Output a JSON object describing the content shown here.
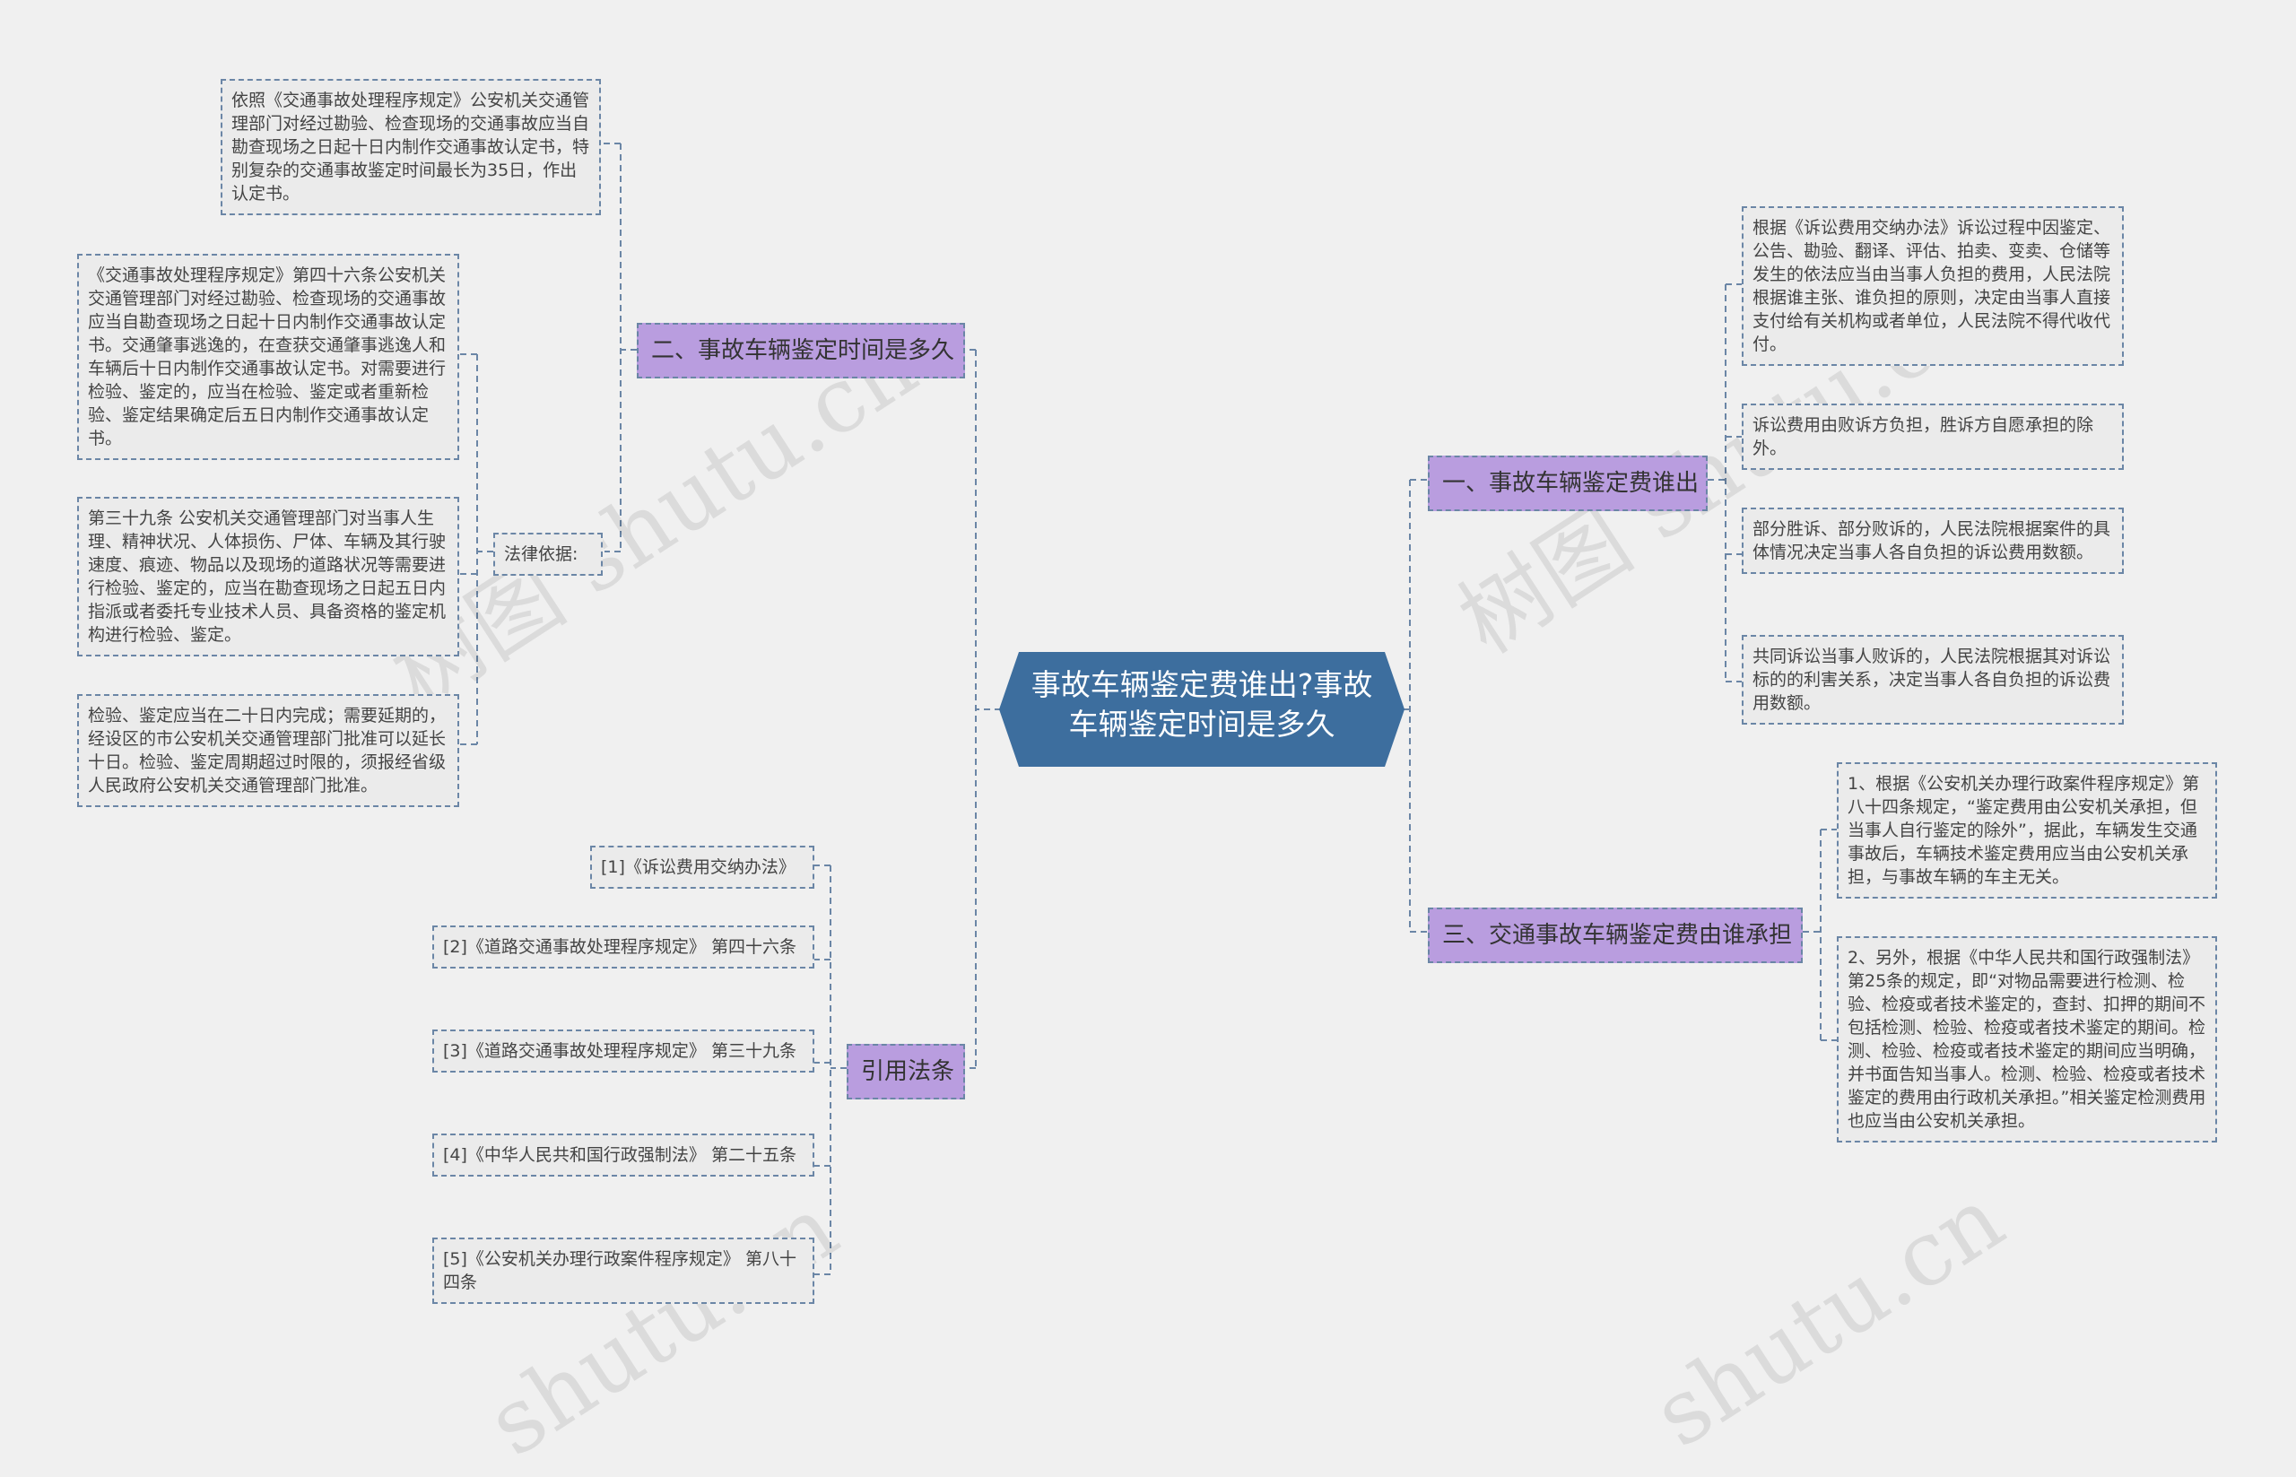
{
  "root": {
    "line1": "事故车辆鉴定费谁出?事故",
    "line2": "车辆鉴定时间是多久"
  },
  "branches": {
    "b1": "一、事故车辆鉴定费谁出",
    "b2": "二、事故车辆鉴定时间是多久",
    "b3": "三、交通事故车辆鉴定费由谁承担",
    "b4": "引用法条"
  },
  "legal_basis": "法律依据:",
  "leaves": {
    "b2_1": "依照《交通事故处理程序规定》公安机关交通管理部门对经过勘验、检查现场的交通事故应当自勘查现场之日起十日内制作交通事故认定书，特别复杂的交通事故鉴定时间最长为35日，作出认定书。",
    "b2_2": "《交通事故处理程序规定》第四十六条公安机关交通管理部门对经过勘验、检查现场的交通事故应当自勘查现场之日起十日内制作交通事故认定书。交通肇事逃逸的，在查获交通肇事逃逸人和车辆后十日内制作交通事故认定书。对需要进行检验、鉴定的，应当在检验、鉴定或者重新检验、鉴定结果确定后五日内制作交通事故认定书。",
    "b2_3": "第三十九条 公安机关交通管理部门对当事人生理、精神状况、人体损伤、尸体、车辆及其行驶速度、痕迹、物品以及现场的道路状况等需要进行检验、鉴定的，应当在勘查现场之日起五日内指派或者委托专业技术人员、具备资格的鉴定机构进行检验、鉴定。",
    "b2_4": "检验、鉴定应当在二十日内完成；需要延期的，经设区的市公安机关交通管理部门批准可以延长十日。检验、鉴定周期超过时限的，须报经省级人民政府公安机关交通管理部门批准。",
    "b1_1": "根据《诉讼费用交纳办法》诉讼过程中因鉴定、公告、勘验、翻译、评估、拍卖、变卖、仓储等发生的依法应当由当事人负担的费用，人民法院根据谁主张、谁负担的原则，决定由当事人直接支付给有关机构或者单位，人民法院不得代收代付。",
    "b1_2": "诉讼费用由败诉方负担，胜诉方自愿承担的除外。",
    "b1_3": "部分胜诉、部分败诉的，人民法院根据案件的具体情况决定当事人各自负担的诉讼费用数额。",
    "b1_4": "共同诉讼当事人败诉的，人民法院根据其对诉讼标的的利害关系，决定当事人各自负担的诉讼费用数额。",
    "b3_1": "1、根据《公安机关办理行政案件程序规定》第八十四条规定，“鉴定费用由公安机关承担，但当事人自行鉴定的除外”，据此，车辆发生交通事故后，车辆技术鉴定费用应当由公安机关承担，与事故车辆的车主无关。",
    "b3_2": "2、另外，根据《中华人民共和国行政强制法》第25条的规定，即“对物品需要进行检测、检验、检疫或者技术鉴定的，查封、扣押的期间不包括检测、检验、检疫或者技术鉴定的期间。检测、检验、检疫或者技术鉴定的期间应当明确，并书面告知当事人。检测、检验、检疫或者技术鉴定的费用由行政机关承担。”相关鉴定检测费用也应当由公安机关承担。",
    "b4_1": "[1]《诉讼费用交纳办法》",
    "b4_2": "[2]《道路交通事故处理程序规定》 第四十六条",
    "b4_3": "[3]《道路交通事故处理程序规定》 第三十九条",
    "b4_4": "[4]《中华人民共和国行政强制法》 第二十五条",
    "b4_5": "[5]《公安机关办理行政案件程序规定》 第八十四条"
  },
  "watermarks": [
    "树图 shutu.cn",
    "树图 shutu.cn",
    "shutu.cn",
    "shutu.cn"
  ],
  "colors": {
    "root": "#3d6e9e",
    "branch": "#b99ddf",
    "leaf": "#ebebeb",
    "line": "#6b86a6",
    "background": "#f0f0f0"
  }
}
